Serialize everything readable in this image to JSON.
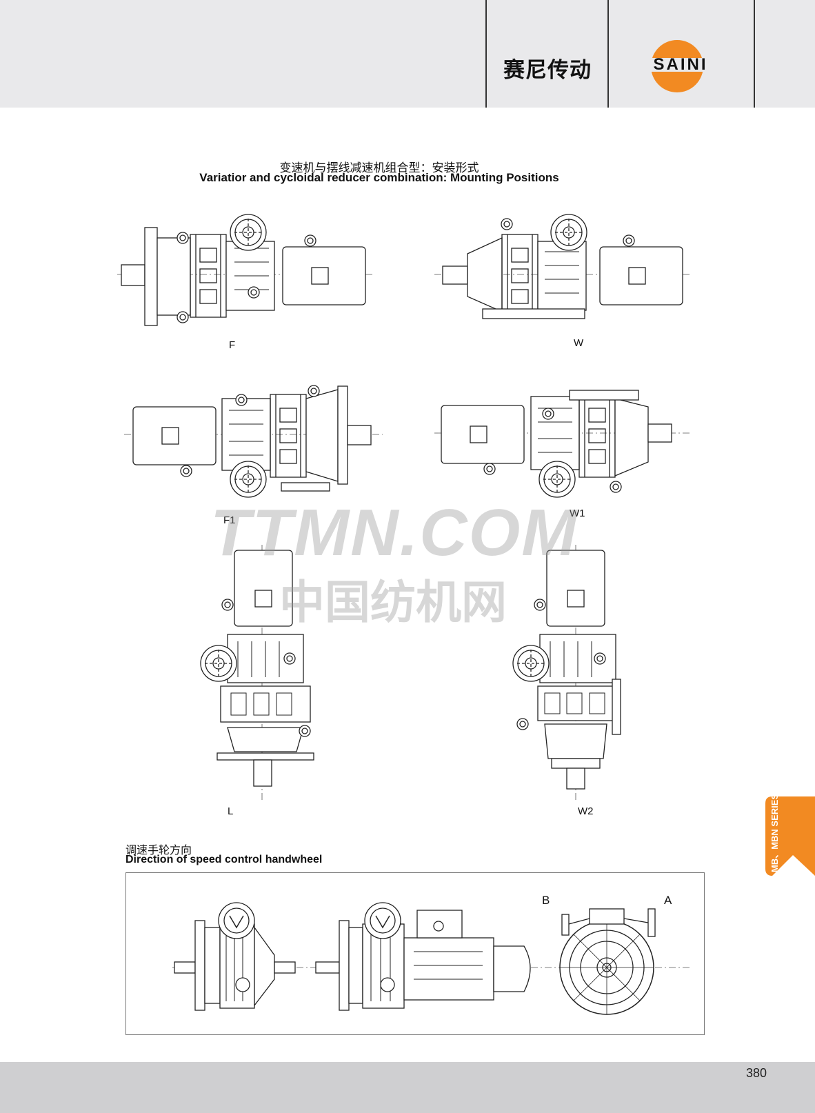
{
  "header": {
    "brand_cn": "赛尼传动",
    "logo_text": "SAINI",
    "colors": {
      "background": "#e9e9eb",
      "logo_orange": "#f28a22",
      "divider": "#333333"
    }
  },
  "section1": {
    "title_cn": "变速机与摆线减速机组合型：安装形式",
    "title_en": "Variatior and cycloidal reducer combination: Mounting Positions",
    "positions": [
      "F",
      "W",
      "F1",
      "W1",
      "L",
      "W2"
    ]
  },
  "watermark": {
    "en": "TTMN.COM",
    "cn": "中国纺机网"
  },
  "section2": {
    "title_cn": "调速手轮方向",
    "title_en": "Direction of speed control handwheel",
    "direction_labels": {
      "b": "B",
      "a": "A"
    }
  },
  "side_tab": {
    "text": "MB、MBN SERIES",
    "color": "#f28a22"
  },
  "footer": {
    "page_number": "380"
  }
}
